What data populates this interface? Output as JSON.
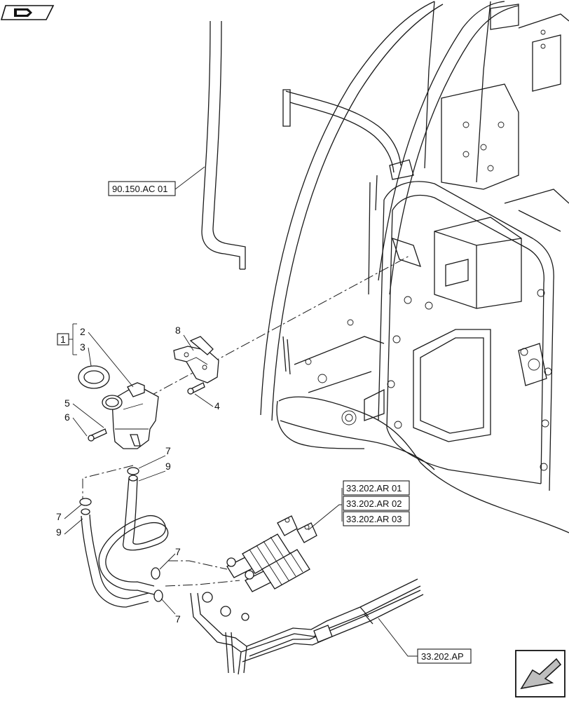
{
  "callouts": {
    "c1": "1",
    "c2": "2",
    "c3": "3",
    "c4": "4",
    "c5": "5",
    "c6": "6",
    "c7a": "7",
    "c7b": "7",
    "c7c": "7",
    "c7d": "7",
    "c8": "8",
    "c9a": "9",
    "c9b": "9"
  },
  "references": {
    "cab_frame": "90.150.AC 01",
    "ar01": "33.202.AR 01",
    "ar02": "33.202.AR 02",
    "ar03": "33.202.AR 03",
    "ap": "33.202.AP"
  },
  "icons": {
    "top_left": "previous-section-icon",
    "bottom_right": "next-section-icon"
  }
}
